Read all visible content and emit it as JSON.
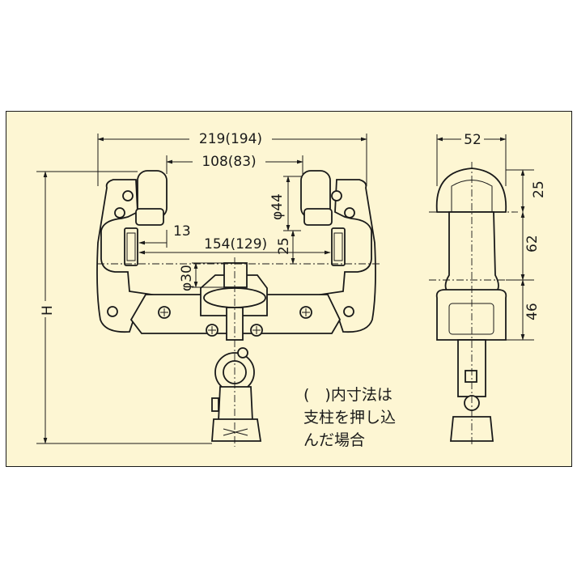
{
  "dimensions": {
    "overall_width": "219(194)",
    "inner_width": "108(83)",
    "grip_diameter": "φ44",
    "offset_13": "13",
    "span_154": "154(129)",
    "height_25": "25",
    "pole_diameter": "φ30",
    "height_H": "H",
    "side_width": "52",
    "side_25": "25",
    "side_62": "62",
    "side_46": "46"
  },
  "note": {
    "line1": "(　)内寸法は",
    "line2": "支柱を押し込",
    "line3": "んだ場合"
  }
}
